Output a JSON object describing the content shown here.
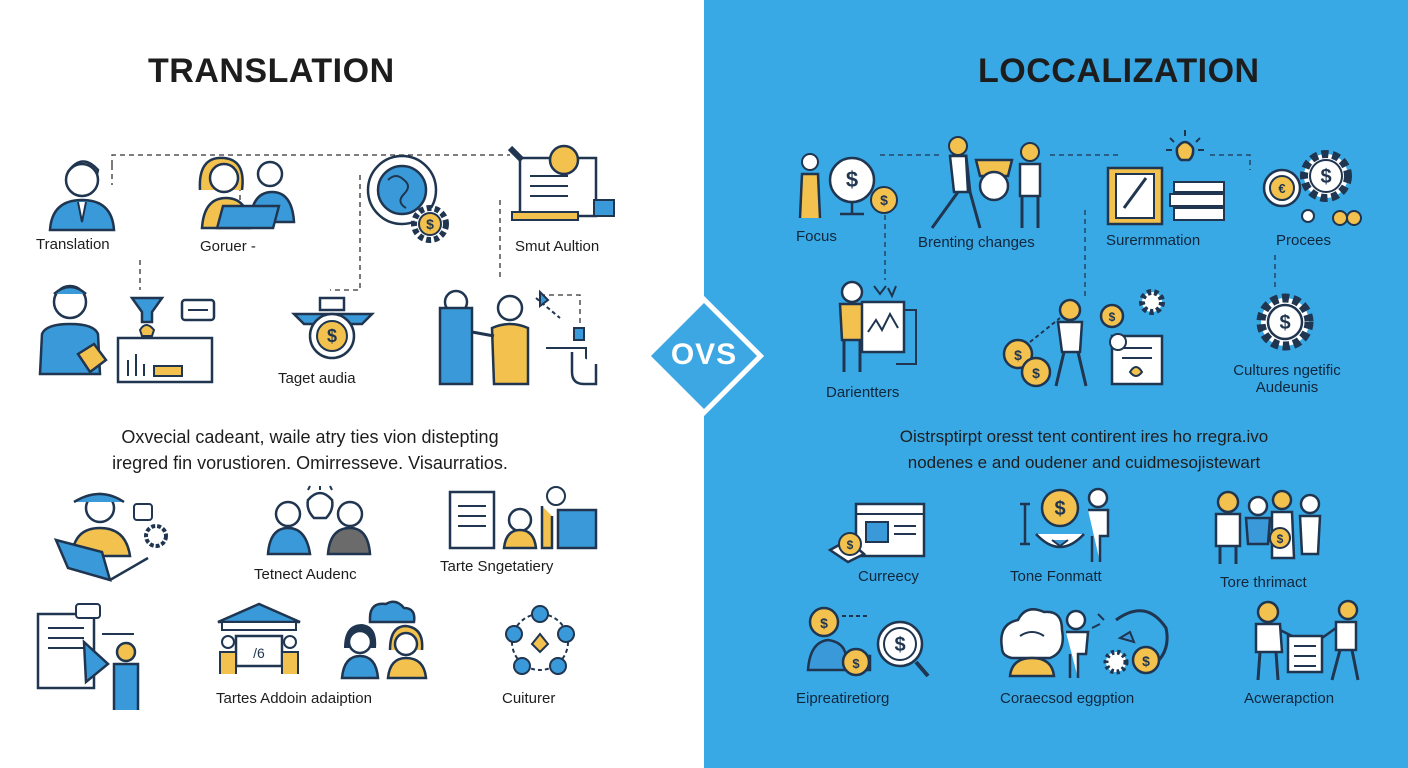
{
  "colors": {
    "left_bg": "#ffffff",
    "right_bg": "#39a9e6",
    "accent_yellow": "#f2c14e",
    "accent_blue": "#3a9ad9",
    "outline": "#1f3550"
  },
  "left": {
    "title": "TRANSLATION",
    "row1": {
      "translation": "Translation",
      "gorner": "Goruer -",
      "structure": "Smut Aultion"
    },
    "row2": {
      "target_audience": "Taget audia"
    },
    "paragraph": [
      "Oxvecial cadeant, waile atry ties vion distepting",
      "iregred fin vorustioren. Omirresseve.  Visaurratios."
    ],
    "row3": {
      "teacher": "Tetnect Audenc",
      "strategy": "Tarte Sngetatiery"
    },
    "row4": {
      "adaption": "Tartes Addoin adaiption",
      "culture": "Cuiturer"
    }
  },
  "right": {
    "title": "LOCCALIZATION",
    "row1": {
      "focus": "Focus",
      "branding": "Brenting changes",
      "summation": "Surermmation",
      "process": "Procees"
    },
    "row2": {
      "differences": "Darientters",
      "cultural": [
        "Cultures ngetific",
        "Audeunis"
      ]
    },
    "paragraph": [
      "Oistrsptirpt oresst tent  contirent ires ho rregra.ivo",
      "nodenes e and oudener and cuidmesojistewart"
    ],
    "row3": {
      "currency": "Curreecy",
      "tone_format": "Tone Fonmatt",
      "tore": "Tore thrimact"
    },
    "row4": {
      "expression": "Eipreatiretiorg",
      "coraecsod": "Coraecsod eggption",
      "adaptation": "Acwerapction"
    }
  },
  "badge": {
    "text": "OVS"
  }
}
